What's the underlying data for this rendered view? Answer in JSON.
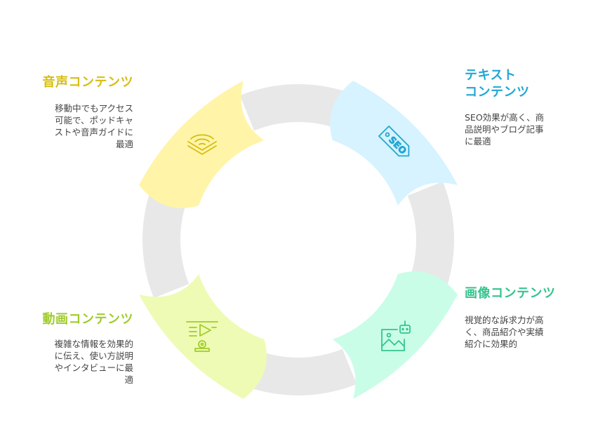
{
  "colors": {
    "ring": "#e8e8e8",
    "audio": "#fff4a8",
    "audio_accent": "#d6be10",
    "text": "#d6f3ff",
    "text_accent": "#21a7d4",
    "image": "#c9fde8",
    "image_accent": "#35c48d",
    "video": "#eefbb4",
    "video_accent": "#a0cc2c"
  },
  "segments": [
    {
      "id": "audio",
      "icon": "wifi-signal-icon",
      "title_lines": [
        "音声コンテンツ"
      ],
      "desc_lines": [
        "移動中でもアクセス",
        "可能で、ポッドキャ",
        "ストや音声ガイドに",
        "最適"
      ]
    },
    {
      "id": "text",
      "icon": "seo-tag-icon",
      "icon_text": "SEO",
      "title_lines": [
        "テキスト",
        "コンテンツ"
      ],
      "desc_lines": [
        "SEO効果が高く、商",
        "品説明やブログ記事",
        "に最適"
      ]
    },
    {
      "id": "image",
      "icon": "image-robot-icon",
      "title_lines": [
        "画像コンテンツ"
      ],
      "desc_lines": [
        "視覚的な訴求力が高",
        "く、商品紹介や実績",
        "紹介に効果的"
      ]
    },
    {
      "id": "video",
      "icon": "video-play-icon",
      "title_lines": [
        "動画コンテンツ"
      ],
      "desc_lines": [
        "複雑な情報を効果的",
        "に伝え、使い方説明",
        "やインタビューに最",
        "適"
      ]
    }
  ]
}
